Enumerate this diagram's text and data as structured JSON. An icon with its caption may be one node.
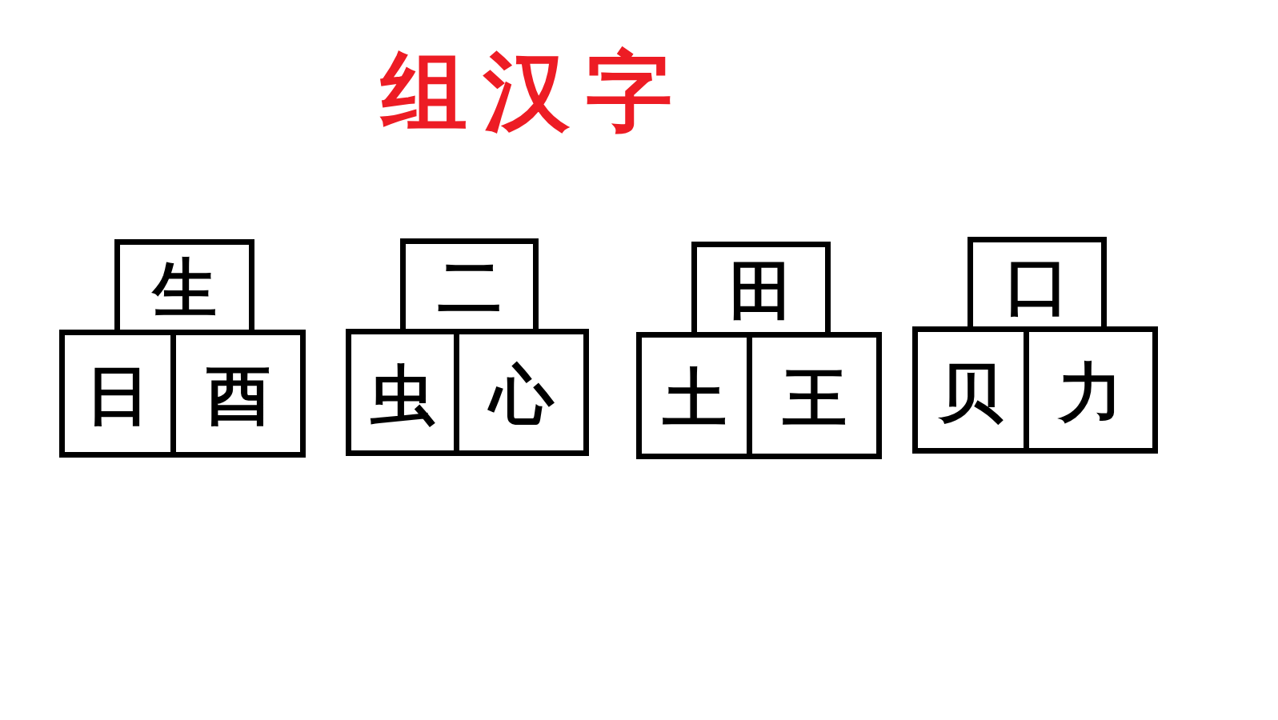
{
  "diagram": {
    "title": "组汉字",
    "nodes": [
      {
        "text": [
          "生"
        ]
      },
      {
        "text": [
          "日"
        ]
      },
      {
        "text": [
          "酉"
        ]
      },
      {
        "text": [
          "二"
        ]
      },
      {
        "text": [
          "虫"
        ]
      },
      {
        "text": [
          "心"
        ]
      },
      {
        "text": [
          "田"
        ]
      },
      {
        "text": [
          "土"
        ]
      },
      {
        "text": [
          "王"
        ]
      },
      {
        "text": [
          "口"
        ]
      },
      {
        "text": [
          "贝"
        ]
      },
      {
        "text": [
          "力"
        ]
      }
    ]
  }
}
